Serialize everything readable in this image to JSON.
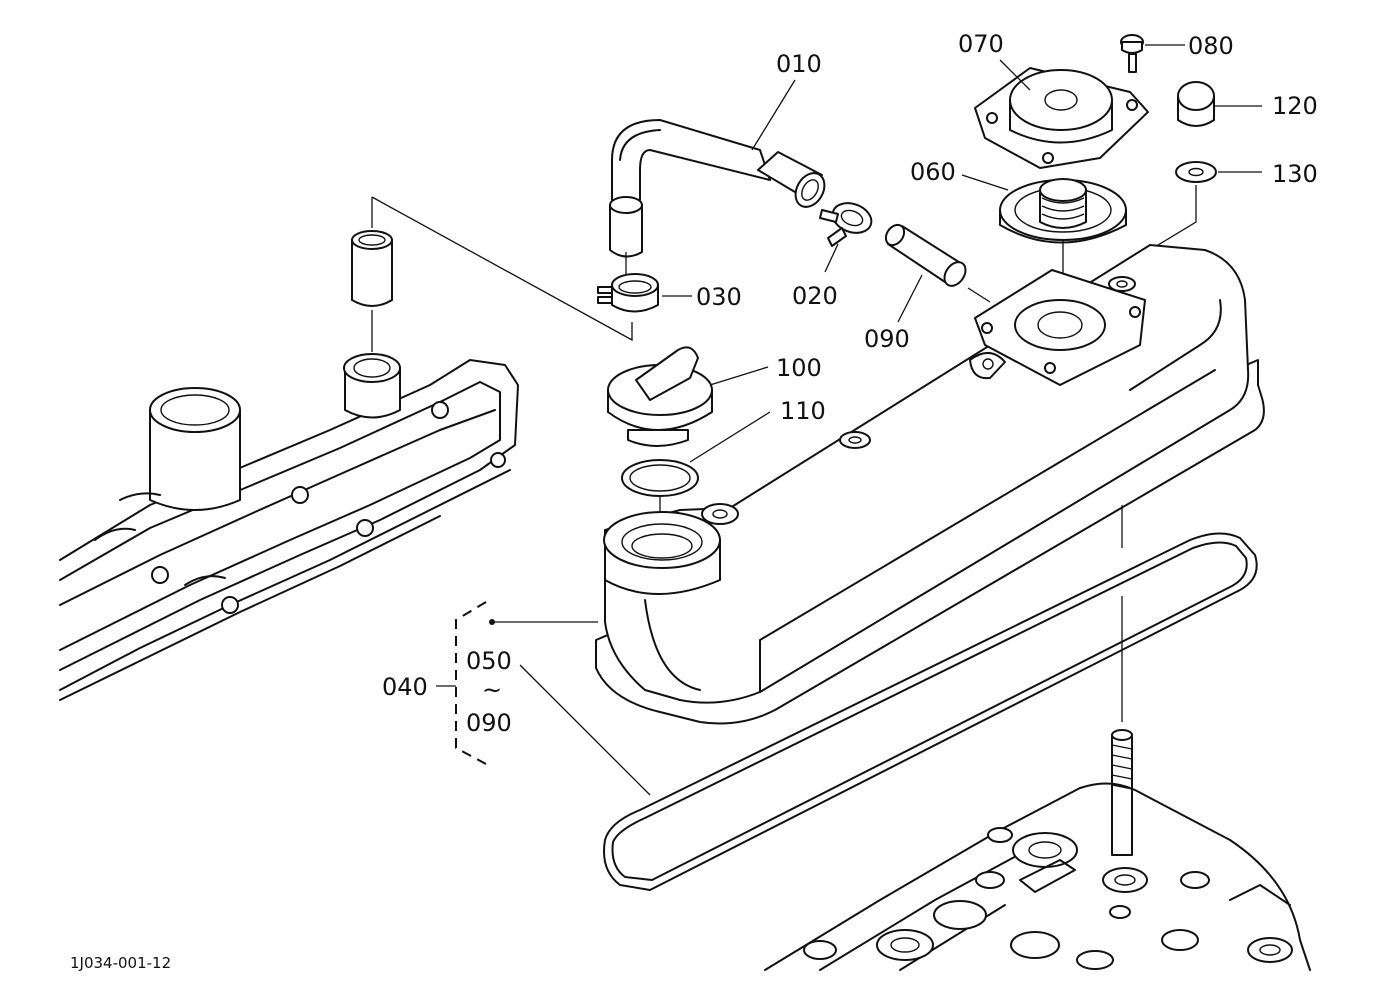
{
  "diagram_id": "1J034-001-12",
  "parts": {
    "p010": "010",
    "p020": "020",
    "p030": "030",
    "p040": "040",
    "p050": "050",
    "p060": "060",
    "p070": "070",
    "p080": "080",
    "p090a": "090",
    "p090b": "090",
    "p100": "100",
    "p110": "110",
    "p120": "120",
    "p130": "130"
  },
  "range_separator": "~"
}
